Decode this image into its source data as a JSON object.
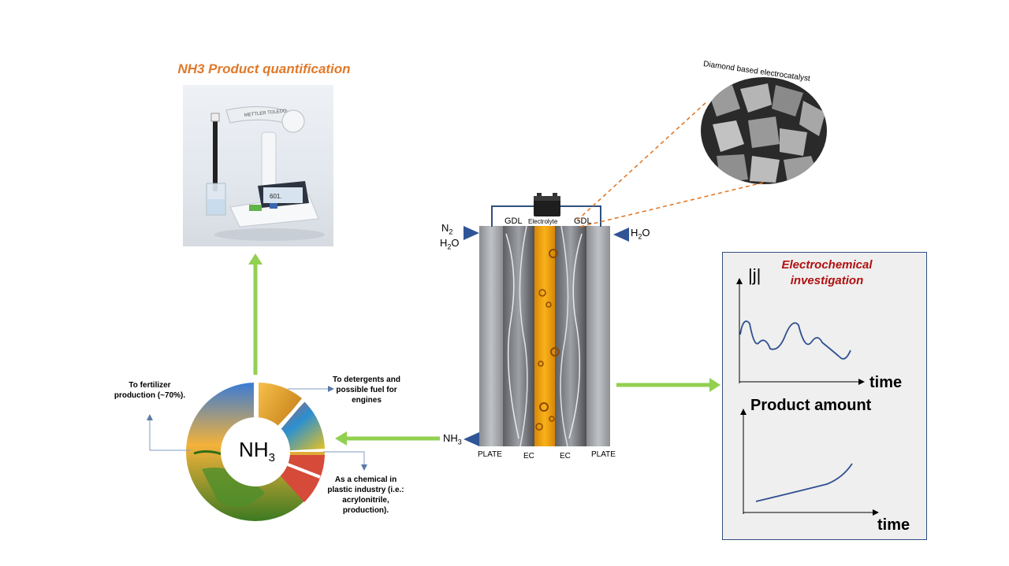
{
  "titles": {
    "quantification": "NH3 Product quantification",
    "catalyst": "Diamond based electrocatalyst",
    "electrochem": "Electrochemical investigation"
  },
  "cell": {
    "gdl_left": "GDL",
    "gdl_right": "GDL",
    "electrolyte": "Electrolyte",
    "inlet_left_1": "N",
    "inlet_left_1_sub": "2",
    "inlet_left_2": "H",
    "inlet_left_2_sub": "2",
    "inlet_left_2_tail": "O",
    "inlet_right": "H",
    "inlet_right_sub": "2",
    "inlet_right_tail": "O",
    "outlet": "NH",
    "outlet_sub": "3",
    "bottom_labels": [
      "PLATE",
      "EC",
      "EC",
      "PLATE"
    ]
  },
  "device": {
    "brand": "METTLER TOLEDO",
    "screen_value": "601."
  },
  "uses": {
    "center": "NH",
    "center_sub": "3",
    "fertilizer": "To fertilizer production (~70%).",
    "detergents": "To detergents and possible fuel for engines",
    "plastics": "As a chemical in plastic industry (i.e.: acrylonitrile, production)."
  },
  "charts": {
    "top": {
      "ylabel": "|j|",
      "xlabel": "time"
    },
    "bottom": {
      "ylabel": "Product amount",
      "xlabel": "time"
    }
  },
  "colors": {
    "orange_title": "#e0792a",
    "red_title": "#b01010",
    "arrow_green": "#92d050",
    "inlet_blue": "#2f5597",
    "electrolyte": "#f2a20c",
    "curve": "#2f4f8f"
  },
  "icons": [
    "battery-icon",
    "ph-meter-photo",
    "sem-micrograph"
  ]
}
